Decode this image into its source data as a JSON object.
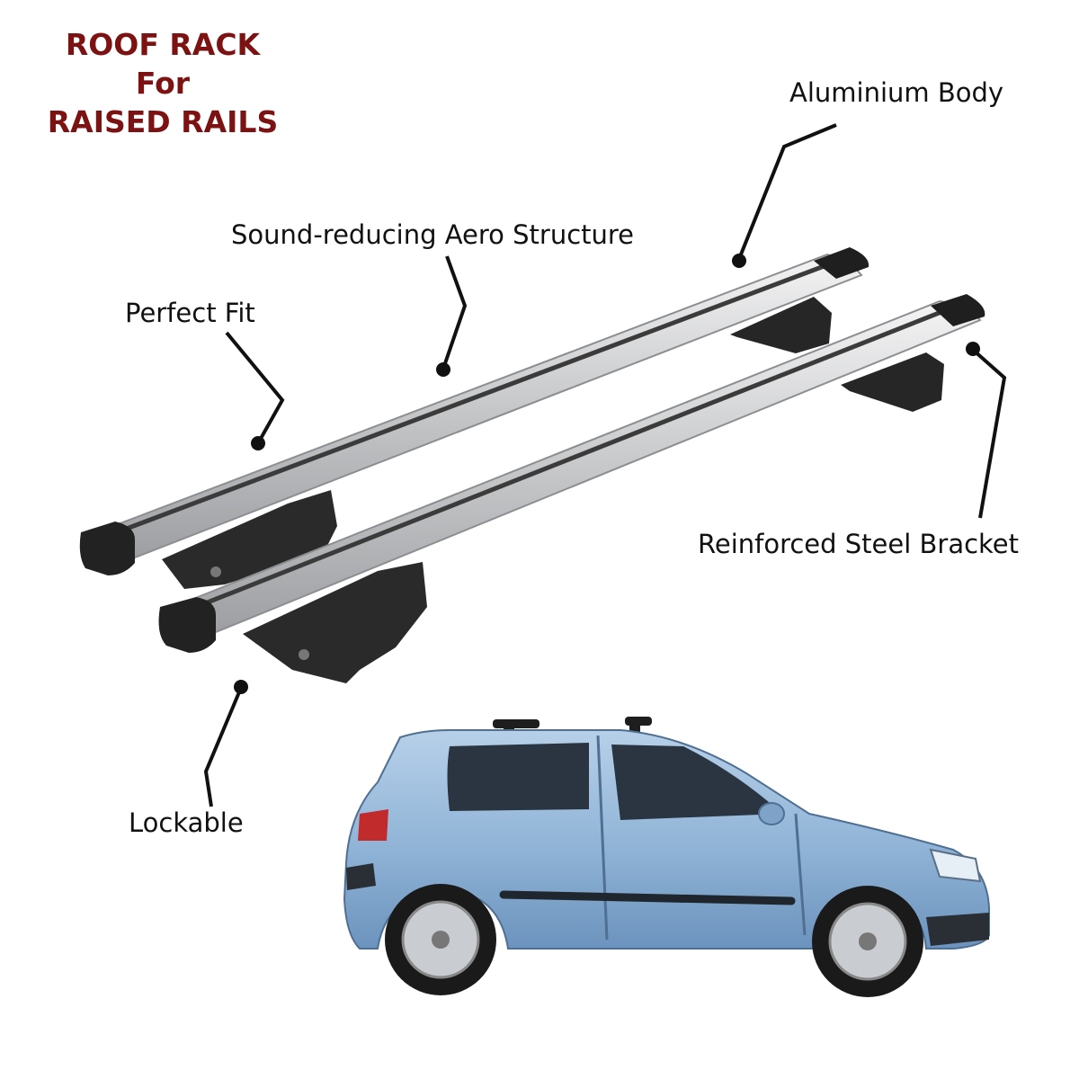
{
  "title": {
    "line1": "ROOF RACK",
    "line2": "For",
    "line3": "RAISED RAILS"
  },
  "callouts": {
    "aluminium_body": "Aluminium Body",
    "aero_structure": "Sound-reducing Aero Structure",
    "perfect_fit": "Perfect Fit",
    "steel_bracket": "Reinforced Steel Bracket",
    "lockable": "Lockable"
  },
  "colors": {
    "title": "#7c1212",
    "text": "#111111",
    "bar_aluminium": "#c9cacc",
    "foot_black": "#2a2a2a",
    "car_body": "#8fb3d6"
  },
  "illustration": {
    "subject": "two aluminium roof rack cross bars with black feet",
    "vehicle": "light blue hatchback car with roof bars"
  }
}
